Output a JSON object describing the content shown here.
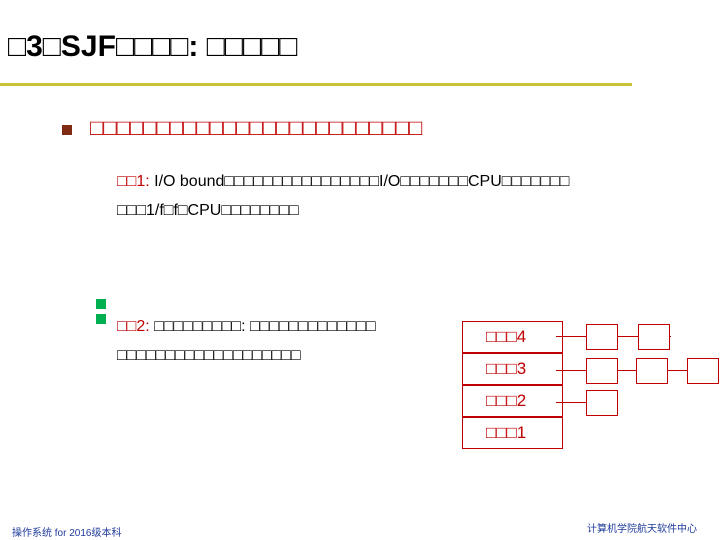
{
  "slide": {
    "title": "□3□SJF□□□□: □□□□□",
    "subheading": "□□□□□□□□□□□□□□□□□□□□□□□□□",
    "item1": {
      "num": "□□1:",
      "line1": " I/O bound□□□□□□□□□□□□□□□□I/O□□□□□□□CPU□□□□□□□",
      "line2": "□□□1/f□f□CPU□□□□□□□□"
    },
    "item2": {
      "num": "□□2:",
      "line1": " □□□□□□□□□: □□□□□□□□□□□□□",
      "line2": "□□□□□□□□□□□□□□□□□□□"
    },
    "queues": [
      {
        "label": "□□□4"
      },
      {
        "label": "□□□3"
      },
      {
        "label": "□□□2"
      },
      {
        "label": "□□□1"
      }
    ],
    "footer_left": "操作系统 for 2016级本科",
    "footer_right": "计算机学院航天软件中心"
  }
}
